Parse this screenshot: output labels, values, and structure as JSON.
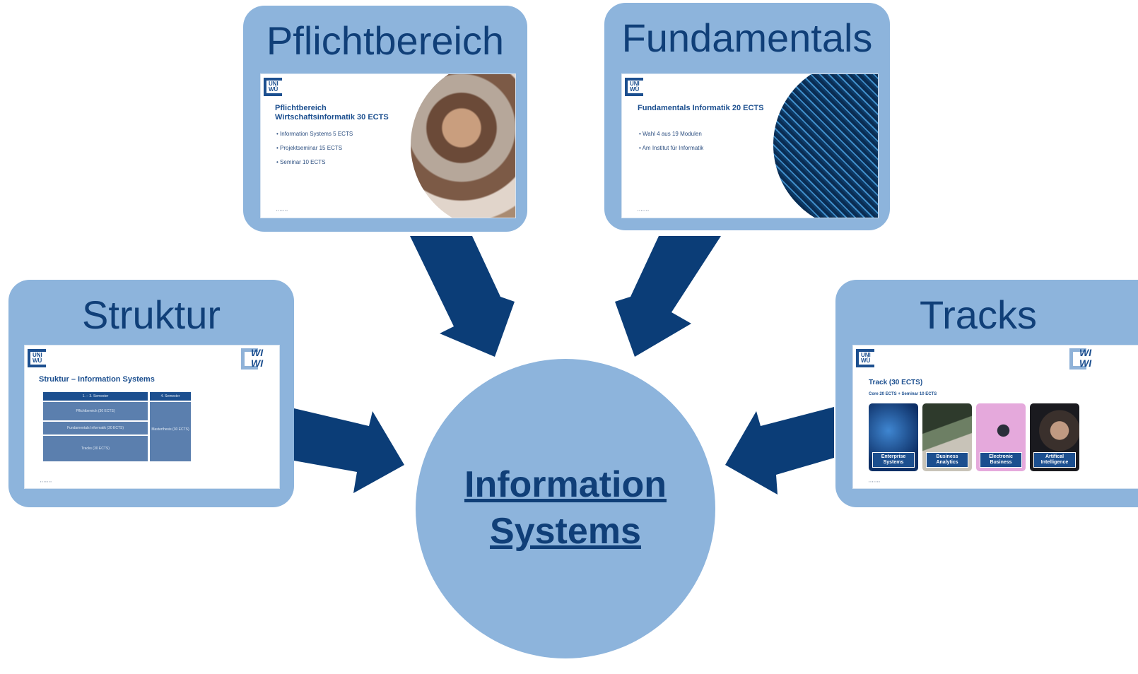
{
  "colors": {
    "card": "#8db4dc",
    "arrow": "#0b3d77",
    "title": "#103f78"
  },
  "center": {
    "line1": "Information",
    "line2": "Systems"
  },
  "cards": {
    "pflichtbereich": {
      "title": "Pflichtbereich",
      "slide": {
        "logo": "UNI WÜ",
        "heading_line1": "Pflichtbereich",
        "heading_line2": "Wirtschaftsinformatik 30 ECTS",
        "bullets": [
          "Information Systems 5 ECTS",
          "Projektseminar 15 ECTS",
          "Seminar 10 ECTS"
        ],
        "image": "teamwork-hands-photo"
      }
    },
    "fundamentals": {
      "title": "Fundamentals",
      "slide": {
        "logo": "UNI WÜ",
        "heading": "Fundamentals Informatik 20 ECTS",
        "bullets": [
          "Wahl 4 aus 19 Modulen",
          "Am Institut für Informatik"
        ],
        "image": "circuit-board-photo"
      }
    },
    "struktur": {
      "title": "Struktur",
      "slide": {
        "logo": "UNI WÜ",
        "logo_right": "WI WI",
        "heading": "Struktur – Information Systems",
        "table": {
          "col1_header": "1. – 3. Semester",
          "col2_header": "4. Semester",
          "rows": [
            "Pflichtbereich (30 ECTS)",
            "Fundamentals Informatik (20 ECTS)",
            "Tracks (30 ECTS)"
          ],
          "thesis": "Masterthesis (30 ECTS)"
        }
      }
    },
    "tracks": {
      "title": "Tracks",
      "slide": {
        "logo": "UNI WÜ",
        "logo_right": "WI WI",
        "heading": "Track (30 ECTS)",
        "subheading": "Core 20 ECTS + Seminar 10 ECTS",
        "tiles": [
          {
            "label": "Enterprise Systems",
            "image": "erp-photo"
          },
          {
            "label": "Business Analytics",
            "image": "analytics-desk-photo"
          },
          {
            "label": "Electronic Business",
            "image": "shopping-cart-photo"
          },
          {
            "label": "Artifical Intelligence",
            "image": "ai-portrait-photo"
          }
        ]
      }
    }
  }
}
